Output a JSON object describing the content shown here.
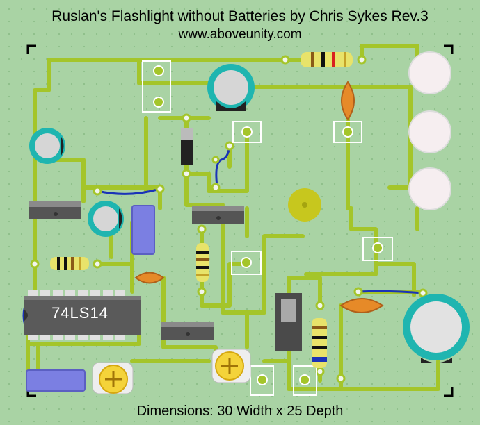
{
  "header": {
    "title": "Ruslan's Flashlight without Batteries by Chris Sykes Rev.3",
    "website": "www.aboveunity.com"
  },
  "chip": {
    "label": "74LS14"
  },
  "footer": {
    "dimensions": "Dimensions: 30 Width x 25 Depth"
  },
  "colors": {
    "board": "#a9d3a4",
    "trace": "#a4c52a",
    "jumper": "#1a33b8",
    "capacitor_ring": "#1fb5b0",
    "led": "#f6eef0",
    "ic_body": "#5a5a5a"
  }
}
